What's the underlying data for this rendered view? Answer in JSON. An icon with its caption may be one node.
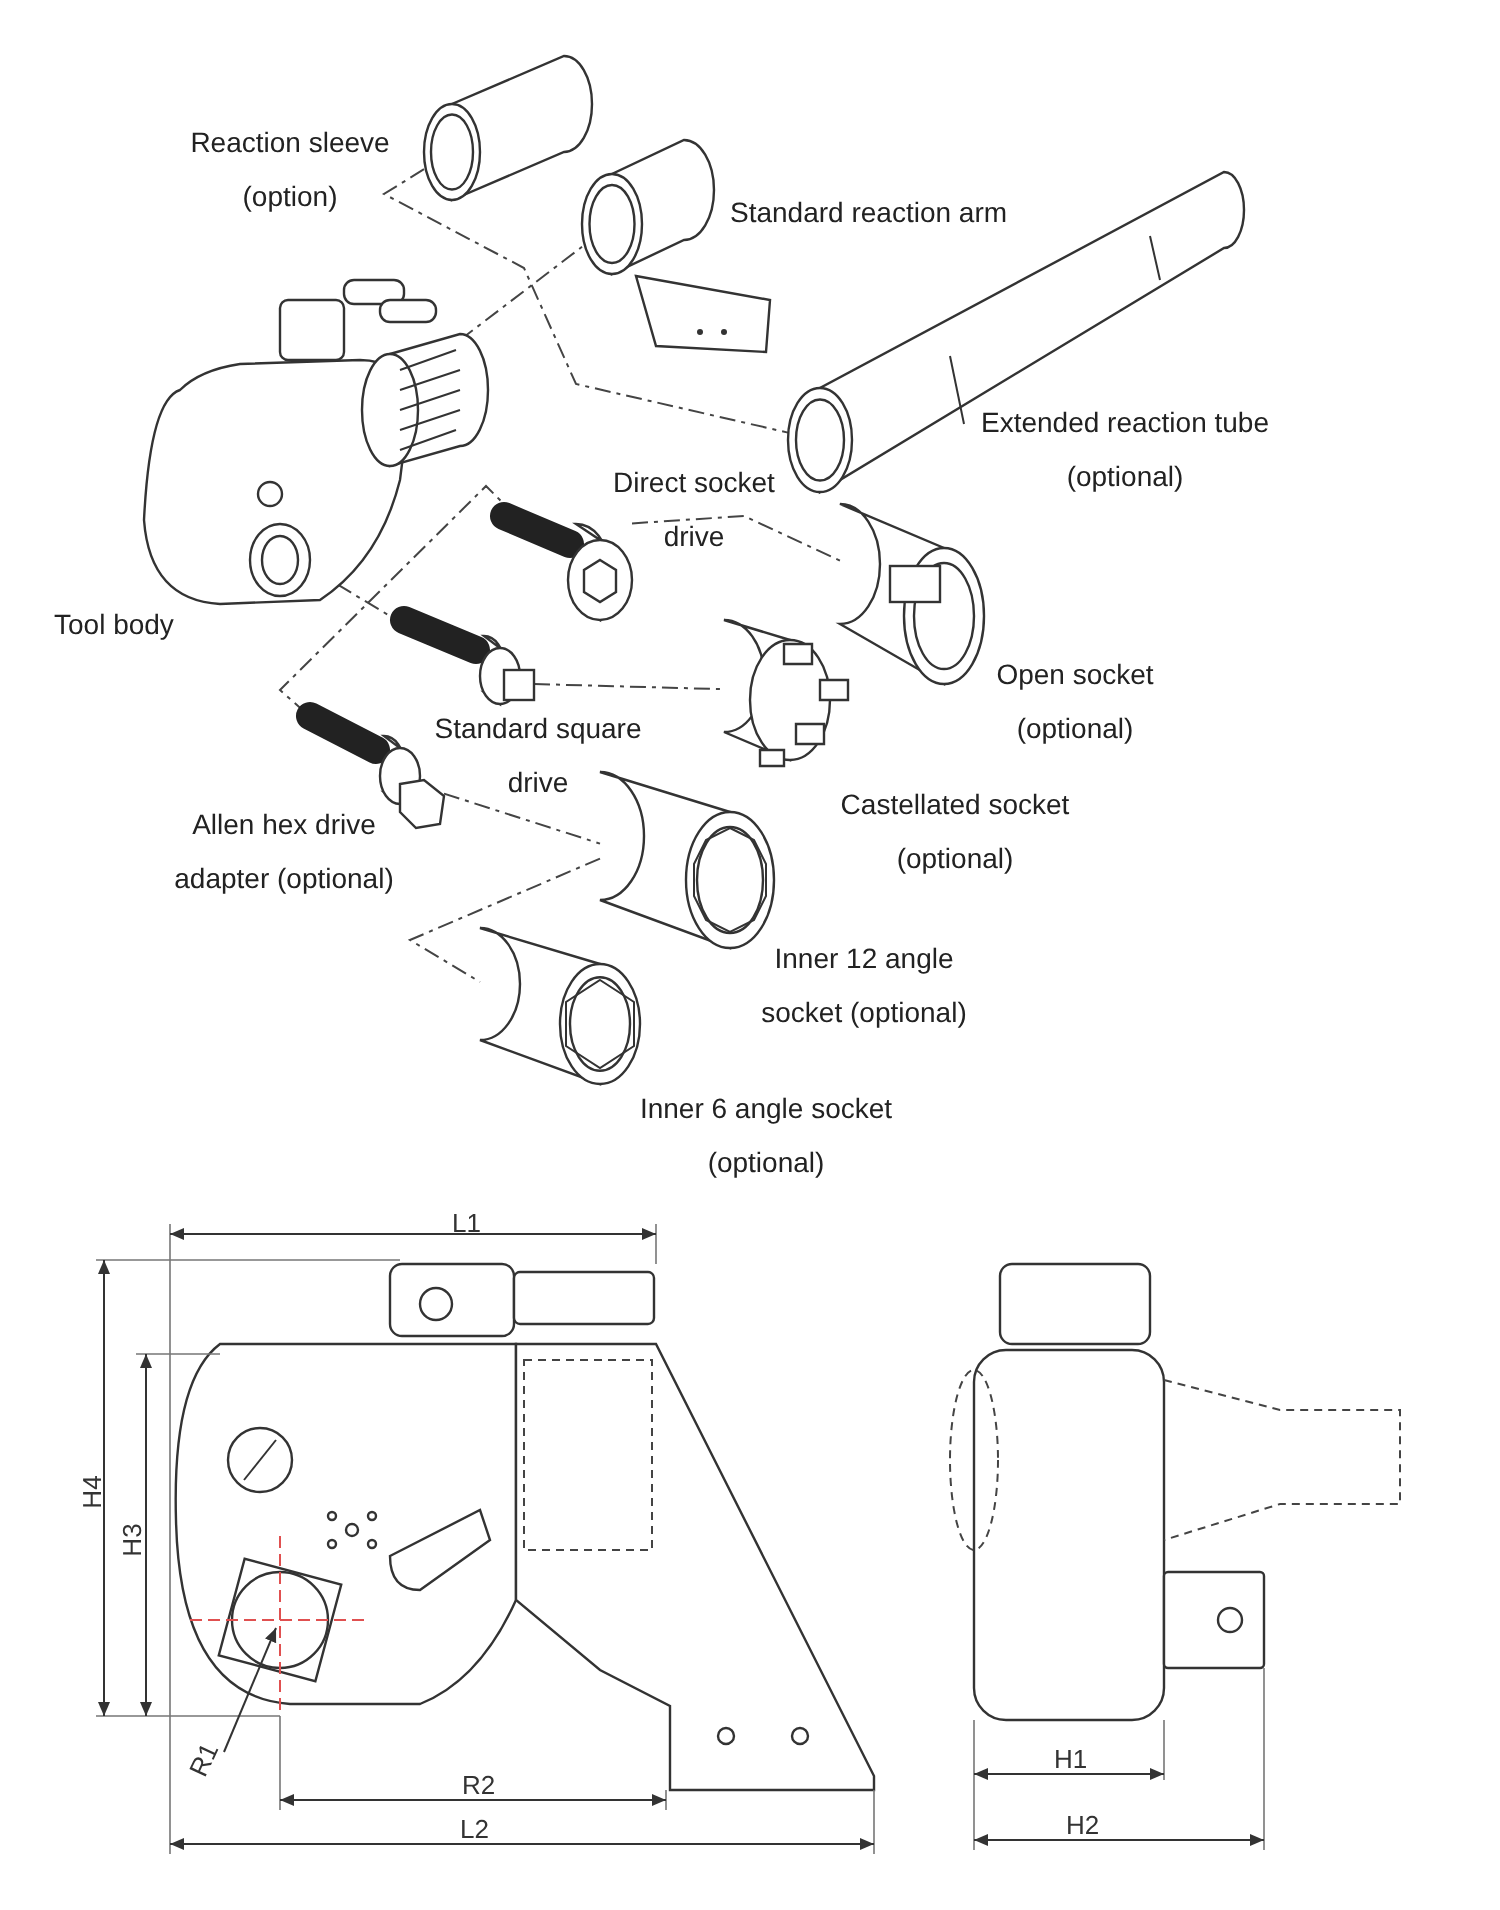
{
  "diagram": {
    "nodes": [
      {
        "text": [],
        "shape": "picture",
        "beside": [
          "Reaction sleeve (option)"
        ]
      },
      {
        "text": [],
        "shape": "picture",
        "beside": [
          "Standard reaction arm"
        ]
      },
      {
        "text": [],
        "shape": "picture",
        "beside": [
          "Extended reaction tube (optional)"
        ]
      },
      {
        "text": [],
        "shape": "picture",
        "beside": [
          "Tool body"
        ]
      },
      {
        "text": [],
        "shape": "picture",
        "beside": [
          "Direct socket drive"
        ]
      },
      {
        "text": [],
        "shape": "picture",
        "beside": [
          "Standard square drive"
        ]
      },
      {
        "text": [],
        "shape": "picture",
        "beside": [
          "Allen hex drive adapter (optional)"
        ]
      },
      {
        "text": [],
        "shape": "picture",
        "beside": [
          "Open socket (optional)"
        ]
      },
      {
        "text": [],
        "shape": "picture",
        "beside": [
          "Castellated socket (optional)"
        ]
      },
      {
        "text": [],
        "shape": "picture",
        "beside": [
          "Inner 12 angle socket (optional)"
        ]
      },
      {
        "text": [],
        "shape": "picture",
        "beside": [
          "Inner 6 angle socket (optional)"
        ]
      }
    ],
    "edges": [
      {
        "from": 0,
        "to": 2,
        "arrow": "none",
        "style": "dashed"
      },
      {
        "from": 3,
        "to": 1,
        "arrow": "none",
        "style": "dashed"
      },
      {
        "from": 4,
        "to": 6,
        "arrow": "none",
        "style": "dashed"
      },
      {
        "from": 4,
        "to": 7,
        "arrow": "none",
        "style": "dashed"
      },
      {
        "from": 3,
        "to": 5,
        "arrow": "none",
        "style": "dashed"
      },
      {
        "from": 5,
        "to": 8,
        "arrow": "none",
        "style": "dashed"
      },
      {
        "from": 6,
        "to": 9,
        "arrow": "none",
        "style": "dashed"
      },
      {
        "from": 9,
        "to": 10,
        "arrow": "none",
        "style": "dashed"
      }
    ],
    "labels": [
      "L1",
      "H4",
      "H3",
      "R1",
      "R2",
      "L2",
      "H1",
      "H2"
    ]
  }
}
